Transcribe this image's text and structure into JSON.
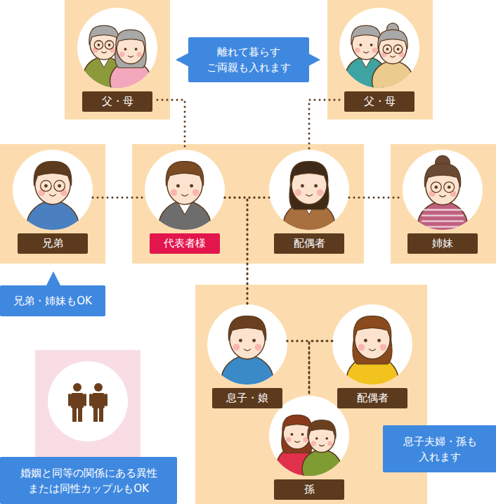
{
  "diagram": {
    "nodes": [
      {
        "text": [
          "父・母"
        ]
      },
      {
        "text": [
          "離れて暮らす ご両親も入れます"
        ]
      },
      {
        "text": [
          "父・母"
        ]
      },
      {
        "text": [
          "兄弟"
        ]
      },
      {
        "text": [
          "代表者様"
        ]
      },
      {
        "text": [
          "配偶者"
        ]
      },
      {
        "text": [
          "姉妹"
        ]
      },
      {
        "text": [
          "兄弟・姉妹もOK"
        ]
      },
      {
        "text": [
          "息子・娘"
        ]
      },
      {
        "text": [
          "配偶者"
        ]
      },
      {
        "text": [
          "孫"
        ]
      },
      {
        "text": [
          "息子夫婦・孫も 入れます"
        ]
      },
      {
        "text": [
          "婚姻と同等の関係にある異性 または同性カップルもOK"
        ]
      }
    ],
    "edges": [
      {
        "from": 0,
        "to": 4,
        "arrow": "none"
      },
      {
        "from": 2,
        "to": 5,
        "arrow": "none"
      },
      {
        "from": 3,
        "to": 4,
        "arrow": "none"
      },
      {
        "from": 4,
        "to": 5,
        "arrow": "none"
      },
      {
        "from": 5,
        "to": 6,
        "arrow": "none"
      },
      {
        "from": 4,
        "to": 8,
        "arrow": "none"
      },
      {
        "from": 5,
        "to": 8,
        "arrow": "none"
      },
      {
        "from": 8,
        "to": 9,
        "arrow": "none"
      },
      {
        "from": 8,
        "to": 10,
        "arrow": "none"
      },
      {
        "from": 9,
        "to": 10,
        "arrow": "none"
      }
    ]
  }
}
